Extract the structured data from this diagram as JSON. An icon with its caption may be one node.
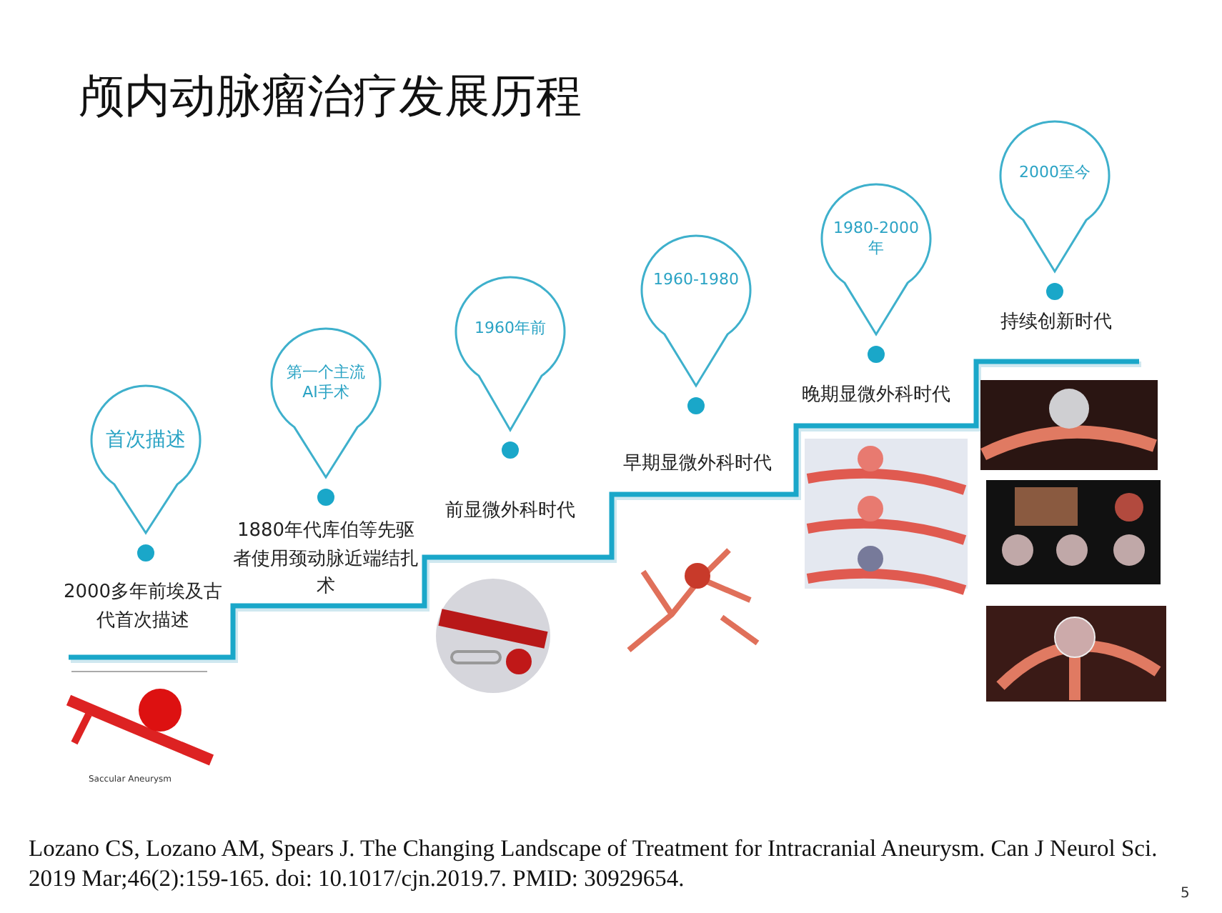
{
  "diagram": {
    "title": "颅内动脉瘤治疗发展历程",
    "caption": "Lozano CS, Lozano AM, Spears J. The Changing Landscape of Treatment for Intracranial Aneurysm. Can J Neurol Sci. 2019 Mar;46(2):159-165. doi: 10.1017/cjn.2019.7. PMID: 30929654.",
    "nodes": [
      {
        "text": [
          "首次描述"
        ],
        "beside": [
          "2000多年前埃及古代首次描述"
        ]
      },
      {
        "text": [
          "第一个主流 AI手术"
        ],
        "beside": [
          "1880年代库伯等先驱者使用颈动脉近端结扎术"
        ]
      },
      {
        "text": [
          "1960年前"
        ],
        "beside": [
          "前显微外科时代"
        ]
      },
      {
        "text": [
          "1960-1980"
        ],
        "beside": [
          "早期显微外科时代"
        ]
      },
      {
        "text": [
          "1980-2000 年"
        ],
        "beside": [
          "晚期显微外科时代"
        ]
      },
      {
        "text": [
          "2000至今"
        ],
        "beside": [
          "持续创新时代"
        ]
      }
    ],
    "labels": [
      "Saccular Aneurysm",
      "5"
    ]
  }
}
